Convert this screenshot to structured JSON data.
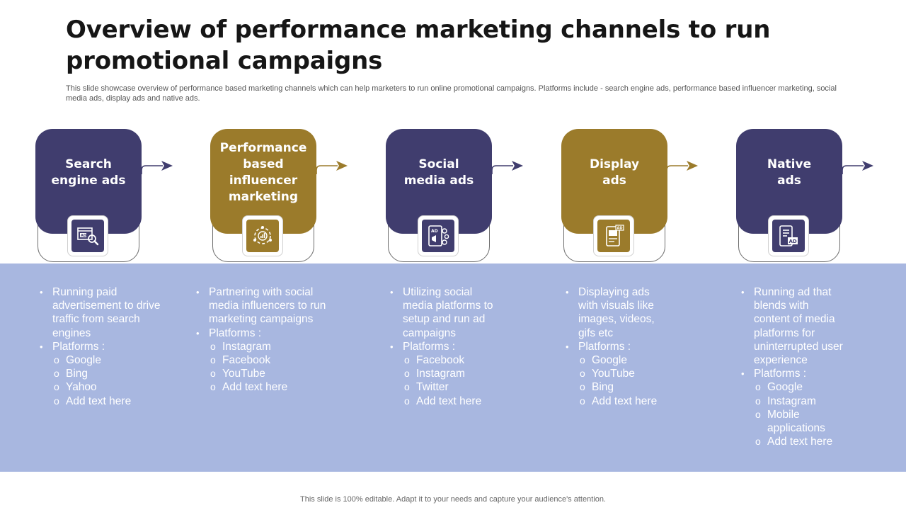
{
  "title": "Overview of performance marketing channels to run promotional campaigns",
  "subtitle": "This slide showcase overview of performance based marketing channels which can help marketers to run online promotional campaigns. Platforms include - search engine ads, performance based influencer marketing, social media ads, display ads and native ads.",
  "footer": "This slide is 100% editable. Adapt it to your needs and capture your audience's attention.",
  "colors": {
    "navy": "#403d6e",
    "gold": "#9b7b2b",
    "band": "#a8b7e0"
  },
  "channels": [
    {
      "label": "Search engine ads",
      "icon": "search-ad-icon",
      "items": [
        {
          "text": "Running paid advertisement to drive traffic from search engines",
          "level": 1
        },
        {
          "text": "Platforms :",
          "level": 1
        },
        {
          "text": "Google",
          "level": 2
        },
        {
          "text": "Bing",
          "level": 2
        },
        {
          "text": "Yahoo",
          "level": 2
        },
        {
          "text": "Add text here",
          "level": 2
        }
      ]
    },
    {
      "label": "Performance based influencer marketing",
      "icon": "influencer-icon",
      "items": [
        {
          "text": "Partnering with social media influencers to run marketing campaigns",
          "level": 1
        },
        {
          "text": "Platforms :",
          "level": 1
        },
        {
          "text": "Instagram",
          "level": 2
        },
        {
          "text": "Facebook",
          "level": 2
        },
        {
          "text": "YouTube",
          "level": 2
        },
        {
          "text": "Add text here",
          "level": 2
        }
      ]
    },
    {
      "label": "Social media ads",
      "icon": "social-media-ad-icon",
      "items": [
        {
          "text": "Utilizing social media platforms to setup and run ad campaigns",
          "level": 1
        },
        {
          "text": "Platforms :",
          "level": 1
        },
        {
          "text": "Facebook",
          "level": 2
        },
        {
          "text": "Instagram",
          "level": 2
        },
        {
          "text": "Twitter",
          "level": 2
        },
        {
          "text": "Add text here",
          "level": 2
        }
      ]
    },
    {
      "label": "Display ads",
      "icon": "display-ad-icon",
      "items": [
        {
          "text": "Displaying ads with visuals like images, videos, gifs etc",
          "level": 1
        },
        {
          "text": "Platforms :",
          "level": 1
        },
        {
          "text": "Google",
          "level": 2
        },
        {
          "text": "YouTube",
          "level": 2
        },
        {
          "text": "Bing",
          "level": 2
        },
        {
          "text": "Add text here",
          "level": 2
        }
      ]
    },
    {
      "label": "Native ads",
      "icon": "native-ad-icon",
      "items": [
        {
          "text": "Running ad that blends with content of media platforms for uninterrupted user experience",
          "level": 1
        },
        {
          "text": "Platforms :",
          "level": 1
        },
        {
          "text": "Google",
          "level": 2
        },
        {
          "text": "Instagram",
          "level": 2
        },
        {
          "text": "Mobile applications",
          "level": 2
        },
        {
          "text": "Add text here",
          "level": 2
        }
      ]
    }
  ]
}
